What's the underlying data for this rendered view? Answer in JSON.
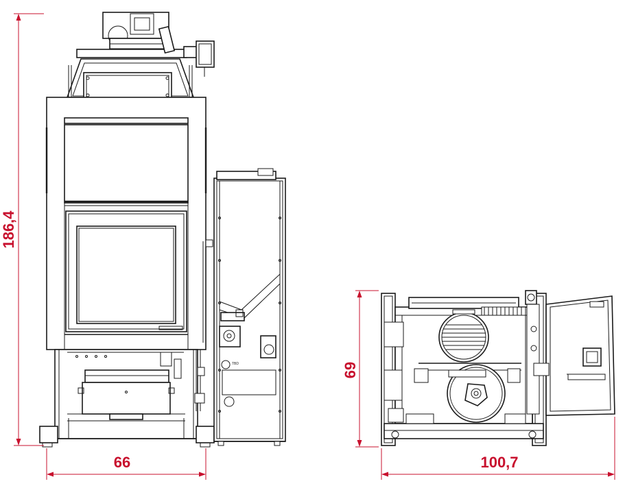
{
  "dimensions": {
    "front_height": "186,4",
    "front_width": "66",
    "top_height": "69",
    "top_width": "100,7"
  },
  "colors": {
    "dimension": "#c8102e",
    "linework": "#1a1a1a",
    "background": "#ffffff"
  },
  "views": [
    "front-elevation",
    "top-plan"
  ]
}
